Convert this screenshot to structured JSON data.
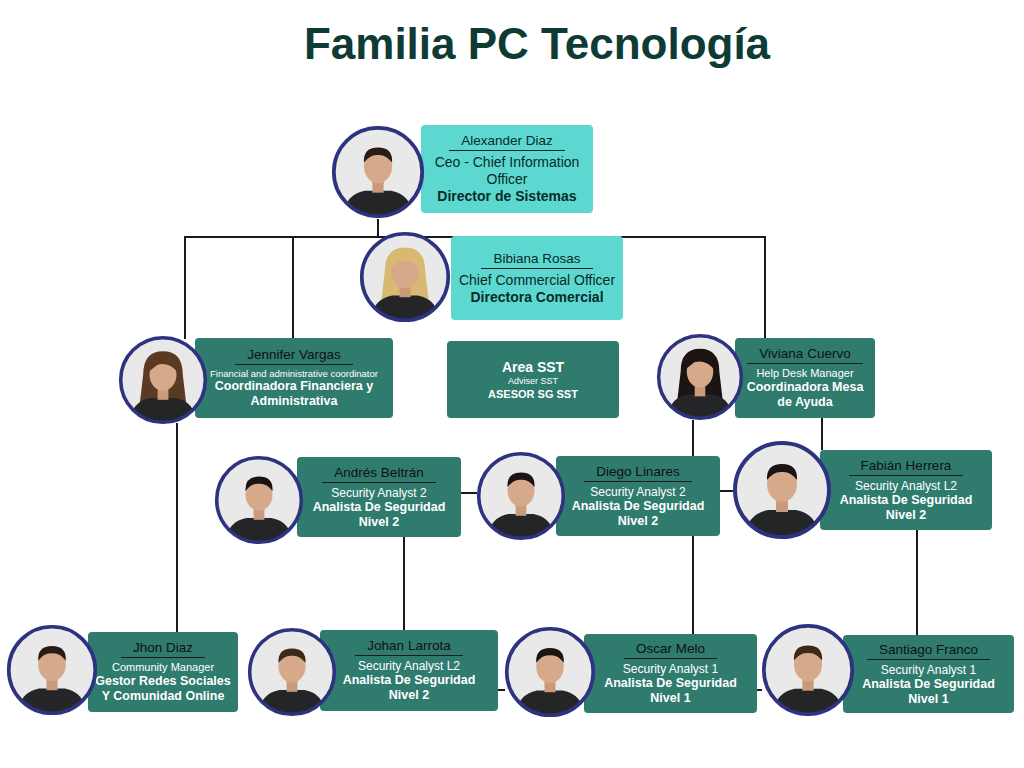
{
  "diagram": {
    "title": "Familia PC Tecnología",
    "nodes": [
      {
        "text": [
          "Alexander Diaz",
          "Ceo - Chief Information Officer",
          "Director de Sistemas"
        ]
      },
      {
        "text": [
          "Bibiana Rosas",
          "Chief Commercial Officer",
          "Directora Comercial"
        ]
      },
      {
        "text": [
          "Jennifer Vargas",
          "Financial and administrative coordinator",
          "Coordinadora Financiera y Administrativa"
        ]
      },
      {
        "text": [
          "Area SST",
          "Adviser SST",
          "ASESOR SG SST"
        ]
      },
      {
        "text": [
          "Viviana Cuervo",
          "Help Desk Manager",
          "Coordinadora Mesa de Ayuda"
        ]
      },
      {
        "text": [
          "Andrés Beltrán",
          "Security Analyst 2",
          "Analista De Seguridad Nivel 2"
        ]
      },
      {
        "text": [
          "Diego Linares",
          "Security Analyst 2",
          "Analista De Seguridad Nivel 2"
        ]
      },
      {
        "text": [
          "Fabián Herrera",
          "Security Analyst L2",
          "Analista De Seguridad Nivel 2"
        ]
      },
      {
        "text": [
          "Jhon Diaz",
          "Community Manager",
          "Gestor Redes Sociales Y Comunidad Online"
        ]
      },
      {
        "text": [
          "Johan Larrota",
          "Security Analyst L2",
          "Analista De Seguridad Nivel 2"
        ]
      },
      {
        "text": [
          "Oscar Melo",
          "Security Analyst 1",
          "Analista De Seguridad Nivel 1"
        ]
      },
      {
        "text": [
          "Santiago Franco",
          "Security Analyst 1",
          "Analista De Seguridad Nivel 1"
        ]
      }
    ],
    "edges": [
      {
        "from": 0,
        "to": 1,
        "arrow": "none"
      },
      {
        "from": 0,
        "to": 2,
        "arrow": "none"
      },
      {
        "from": 0,
        "to": 4,
        "arrow": "none"
      },
      {
        "from": 2,
        "to": 8,
        "arrow": "none"
      },
      {
        "from": 4,
        "to": 6,
        "arrow": "none"
      },
      {
        "from": 4,
        "to": 7,
        "arrow": "none"
      },
      {
        "from": 5,
        "to": 6,
        "arrow": "none"
      },
      {
        "from": 6,
        "to": 7,
        "arrow": "none"
      },
      {
        "from": 5,
        "to": 9,
        "arrow": "none"
      },
      {
        "from": 6,
        "to": 10,
        "arrow": "none"
      },
      {
        "from": 7,
        "to": 11,
        "arrow": "none"
      },
      {
        "from": 9,
        "to": 10,
        "arrow": "none"
      },
      {
        "from": 10,
        "to": 11,
        "arrow": "none"
      }
    ]
  }
}
